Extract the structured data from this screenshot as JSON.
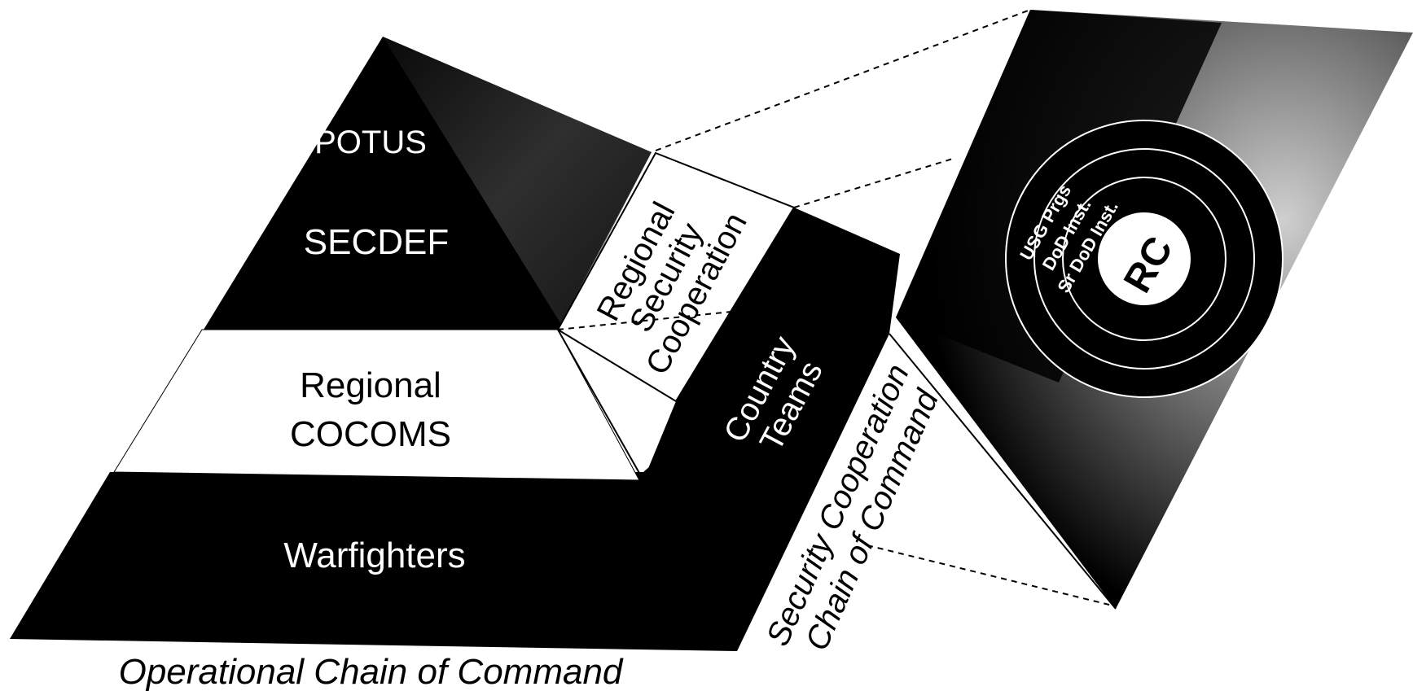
{
  "diagram": {
    "pyramid": {
      "top_tier": {
        "line1": "POTUS",
        "line2": "SECDEF"
      },
      "middle_tier": {
        "line1": "Regional",
        "line2": "COCOMS"
      },
      "bottom_tier": {
        "label": "Warfighters"
      },
      "side_face": {
        "line1": "Regional",
        "line2": "Security",
        "line3": "Cooperation"
      },
      "right_block": {
        "line1": "Country",
        "line2": "Teams"
      }
    },
    "captions": {
      "operational": "Operational Chain of Command",
      "security_line1": "Security Cooperation",
      "security_line2": "Chain of Command"
    },
    "detail_panel": {
      "ring_labels": [
        "USG Prgs",
        "DoD Inst.",
        "Sr DoD Inst."
      ],
      "center_label": "RC"
    },
    "colors": {
      "background": "#ffffff",
      "dark": "#000000",
      "light": "#ffffff"
    }
  }
}
